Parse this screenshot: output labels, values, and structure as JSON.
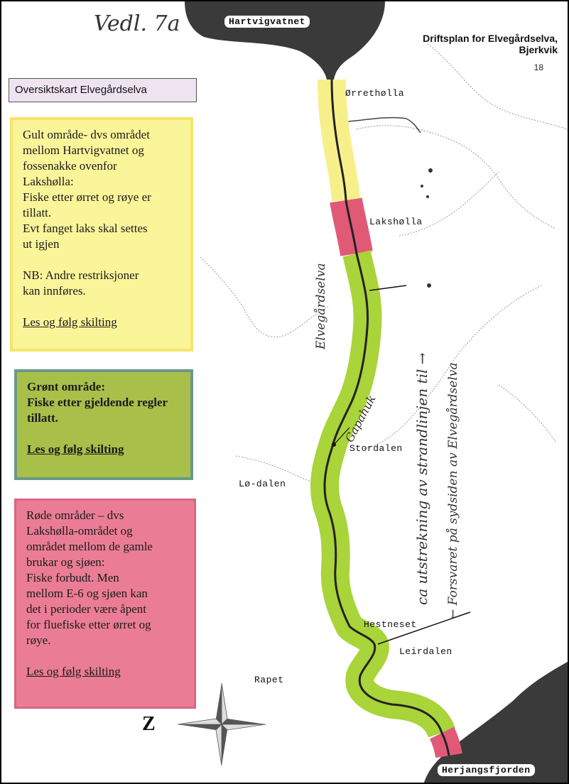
{
  "annotation_top": "Vedl. 7a",
  "doc_title_line1": "Driftsplan for Elvegårdselva,",
  "doc_title_line2": "Bjerkvik",
  "page_number": "18",
  "map_title": "Oversiktskart Elvegårdselva",
  "yellow_box": {
    "lines": [
      "Gult område- dvs området",
      "mellom Hartvigvatnet og",
      "fossenakke ovenfor",
      "Lakshølla:",
      "Fiske etter ørret og røye er",
      "tillatt.",
      "Evt fanget laks skal settes",
      "ut igjen"
    ],
    "note": [
      "NB: Andre restriksjoner",
      "kan innføres."
    ],
    "link": "Les og følg skilting"
  },
  "green_box": {
    "lines": [
      "Grønt område:",
      "Fiske etter gjeldende regler",
      "tillatt."
    ],
    "link": "Les og følg skilting"
  },
  "red_box": {
    "lines": [
      "Røde områder – dvs",
      "Lakshølla-området og",
      "området mellom de gamle",
      "brukar og sjøen:",
      "Fiske forbudt. Men",
      "mellom E-6 og sjøen kan",
      "det i perioder være åpent",
      "for fluefiske etter ørret og",
      "røye."
    ],
    "link": "Les og følg skilting"
  },
  "places": {
    "hartvigvatnet": "Hartvigvatnet",
    "orretholla": "Ørrethølla",
    "laksholla": "Lakshølla",
    "elvegardselva": "Elvegårdselva",
    "gapahuk": "Gapahuk",
    "stordalen": "Stordalen",
    "lodalen": "Lø-dalen",
    "hestneset": "Hestneset",
    "leirdalen": "Leirdalen",
    "rapet": "Rapet",
    "herjangsfjorden": "Herjangsfjorden"
  },
  "annotation_line1": "ca utstrekning av strandlinjen til →",
  "annotation_line2": "← Forsvaret på sydsiden av Elvegårdselva",
  "compass_label": "Z",
  "colors": {
    "yellow_zone": "#f7f08a",
    "green_zone": "#a9d43a",
    "red_zone": "#e05a78",
    "water_dark": "#3a3a3a"
  }
}
